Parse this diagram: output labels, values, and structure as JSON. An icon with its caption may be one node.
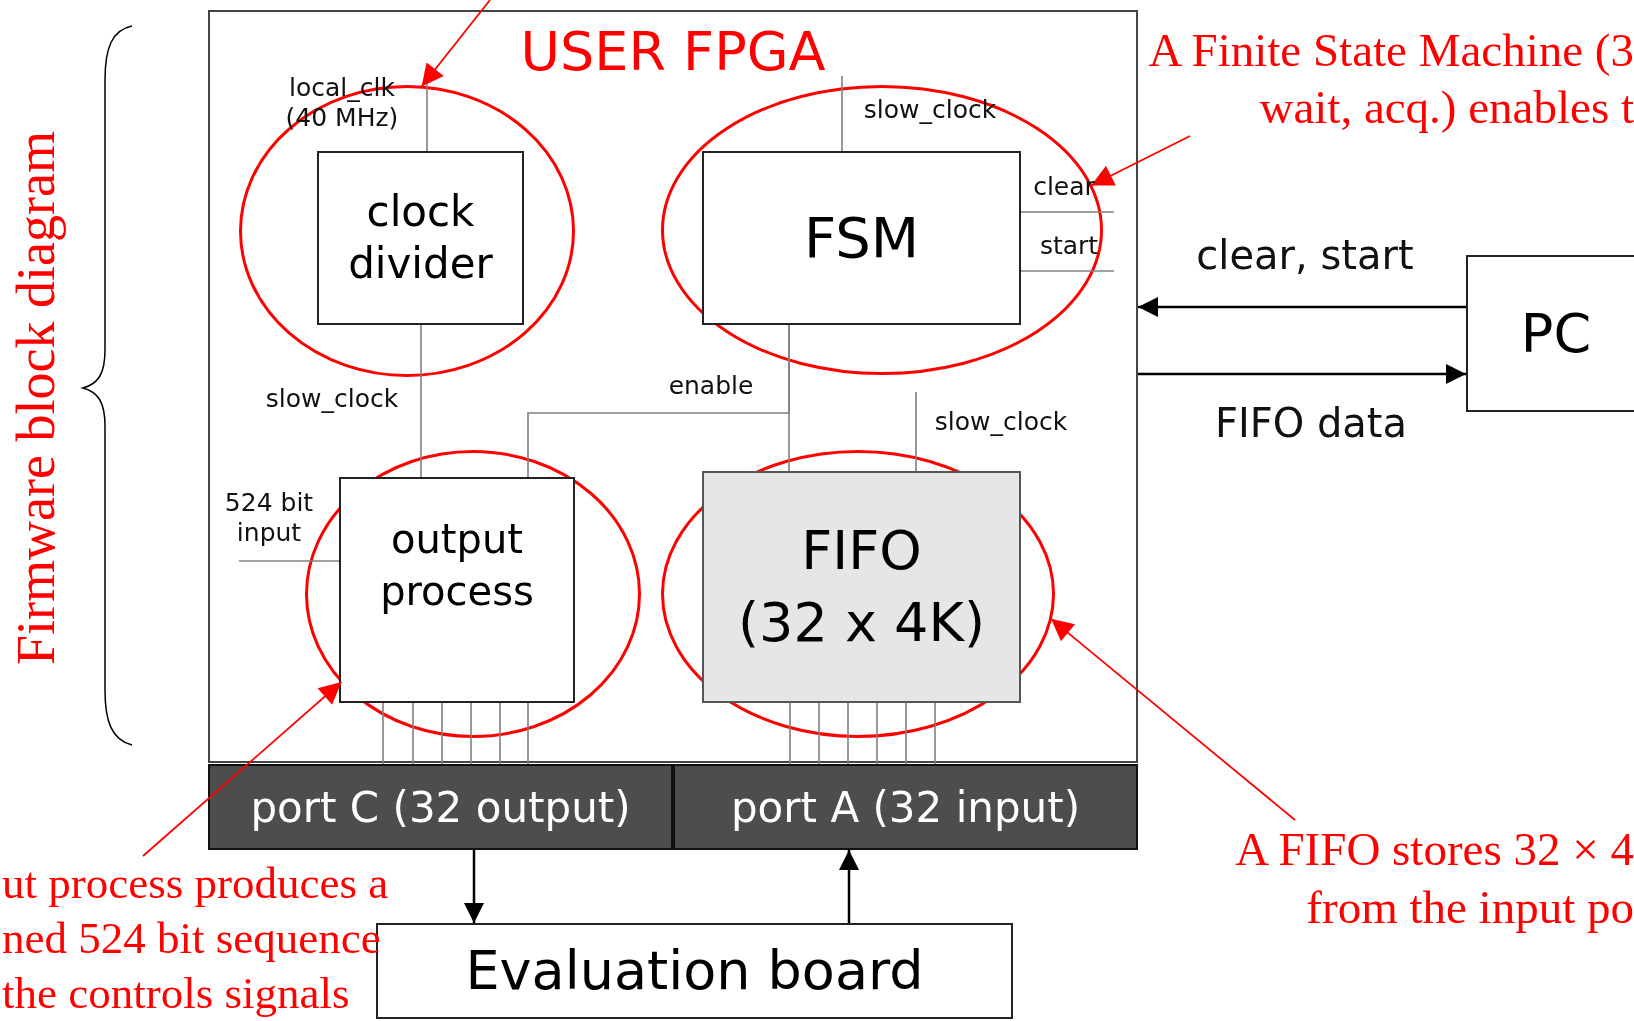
{
  "diagram": {
    "nodes": [
      {
        "text": [
          "USER FPGA"
        ]
      },
      {
        "text": [],
        "shape": "ellipse",
        "in": 0
      },
      {
        "text": [
          "clock divider"
        ],
        "in": 1
      },
      {
        "text": [],
        "shape": "ellipse",
        "in": 0
      },
      {
        "text": [
          "FSM"
        ],
        "in": 3
      },
      {
        "text": [],
        "shape": "ellipse",
        "in": 0
      },
      {
        "text": [
          "output process"
        ],
        "in": 5
      },
      {
        "text": [],
        "shape": "ellipse",
        "in": 0
      },
      {
        "text": [
          "FIFO",
          "(32 x 4K)"
        ],
        "in": 7
      },
      {
        "text": [
          "port C (32 output)"
        ]
      },
      {
        "text": [
          "port A (32 input)"
        ]
      },
      {
        "text": [
          "PC"
        ]
      },
      {
        "text": [
          "Evaluation board"
        ]
      },
      {
        "text": [
          "A Finite State Machine (3 wait, acq.) enables t"
        ]
      },
      {
        "text": [
          "ut process produces a ned 524 bit sequence the controls signals"
        ]
      },
      {
        "text": [
          "A FIFO stores 32 × 4 from the input po"
        ]
      }
    ],
    "edges": [
      {
        "from": null,
        "to": 2,
        "arrow": "none",
        "label": "local_clk (40 MHz)"
      },
      {
        "from": 2,
        "to": 6,
        "arrow": "none",
        "label": "slow_clock"
      },
      {
        "from": null,
        "to": 4,
        "arrow": "none",
        "label": "slow_clock"
      },
      {
        "from": 4,
        "to": null,
        "arrow": "none",
        "label": "clear"
      },
      {
        "from": 4,
        "to": null,
        "arrow": "none",
        "label": "start"
      },
      {
        "from": 4,
        "to": 6,
        "arrow": "none",
        "label": "enable"
      },
      {
        "from": 4,
        "to": 8,
        "arrow": "none"
      },
      {
        "from": null,
        "to": 8,
        "arrow": "none",
        "label": "slow_clock"
      },
      {
        "from": null,
        "to": 6,
        "arrow": "none",
        "label": "524 bit input"
      },
      {
        "from": 6,
        "to": 9,
        "arrow": "none"
      },
      {
        "from": 10,
        "to": 8,
        "arrow": "none"
      },
      {
        "from": 9,
        "to": 12,
        "arrow": "to",
        "color": "#000000"
      },
      {
        "from": 12,
        "to": 10,
        "arrow": "to",
        "color": "#000000"
      },
      {
        "from": 11,
        "to": 0,
        "arrow": "to",
        "label": "clear, start",
        "color": "#000000"
      },
      {
        "from": 0,
        "to": 11,
        "arrow": "to",
        "label": "FIFO data",
        "color": "#000000"
      },
      {
        "from": null,
        "to": 1,
        "arrow": "to",
        "color": "#ff0000"
      },
      {
        "from": 13,
        "to": 3,
        "arrow": "to",
        "color": "#ff0000"
      },
      {
        "from": 14,
        "to": 5,
        "arrow": "to",
        "color": "#ff0000"
      },
      {
        "from": 15,
        "to": 7,
        "arrow": "to",
        "color": "#ff0000"
      }
    ],
    "labels": [
      "Firmware block diagram"
    ]
  }
}
